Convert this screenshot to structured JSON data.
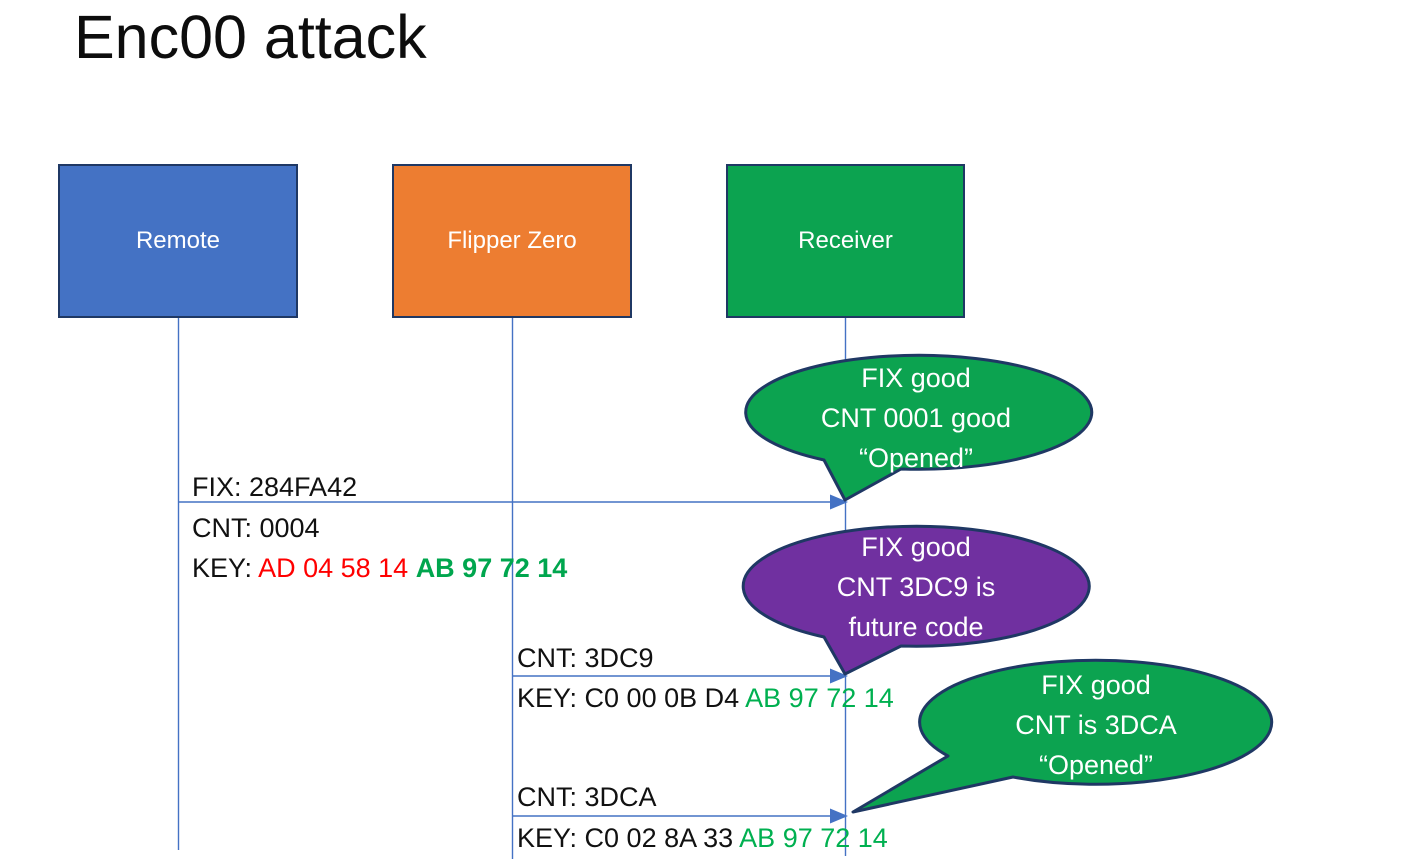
{
  "title": "Enc00 attack",
  "colors": {
    "remote_blue": "#4472C4",
    "flipper_orange": "#ED7D31",
    "receiver_green": "#0CA350",
    "callout_green": "#0CA350",
    "callout_purple": "#7030A0",
    "outline_navy": "#1F3864",
    "arrow_blue": "#4472C4",
    "key_red": "#FF0000",
    "key_green": "#00B050"
  },
  "actors": [
    {
      "label": "Remote"
    },
    {
      "label": "Flipper Zero"
    },
    {
      "label": "Receiver"
    }
  ],
  "messages": [
    {
      "above": "FIX: 284FA42",
      "cnt": "CNT: 0004",
      "key": {
        "prefix": "KEY: ",
        "red": "AD 04 58 14 ",
        "green": "AB 97 72 14"
      }
    },
    {
      "above": "CNT: 3DC9",
      "key": {
        "prefix": "KEY: C0 00 0B D4 ",
        "green": "AB 97 72 14"
      }
    },
    {
      "above": "CNT: 3DCA",
      "key": {
        "prefix": "KEY: C0 02 8A 33 ",
        "green": "AB 97 72 14"
      }
    }
  ],
  "callouts": [
    {
      "lines": [
        "FIX good",
        "CNT 0001 good",
        "“Opened”"
      ]
    },
    {
      "lines": [
        "FIX good",
        "CNT 3DC9 is",
        "future code"
      ]
    },
    {
      "lines": [
        "FIX good",
        "CNT is 3DCA",
        "“Opened”"
      ]
    }
  ]
}
